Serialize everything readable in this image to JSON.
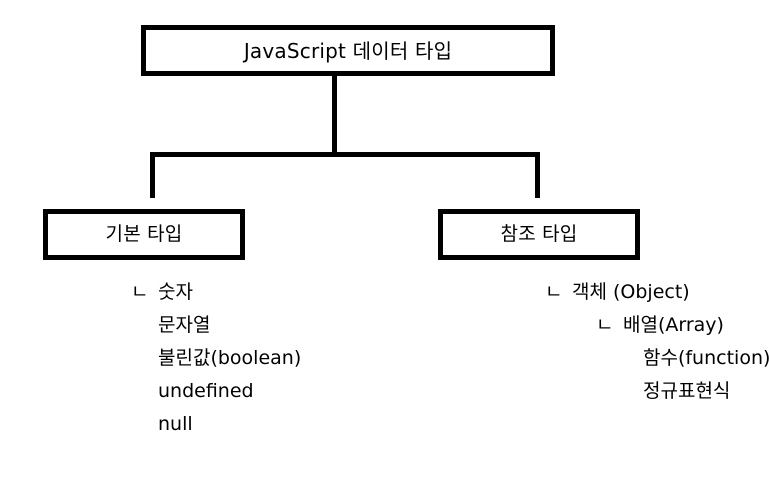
{
  "diagram": {
    "title": "JavaScript 데이터 타입",
    "type": "tree",
    "background_color": "#ffffff",
    "line_color": "#000000",
    "text_color": "#000000",
    "root": {
      "label": "JavaScript 데이터 타입"
    },
    "branches": [
      {
        "name": "primitive",
        "label": "기본 타입",
        "items": [
          {
            "marker": "ㄴ",
            "text": "숫자",
            "indent": 1
          },
          {
            "marker": "",
            "text": "문자열",
            "indent": 1
          },
          {
            "marker": "",
            "text": "불린값(boolean)",
            "indent": 1
          },
          {
            "marker": "",
            "text": "undefined",
            "indent": 1
          },
          {
            "marker": "",
            "text": "null",
            "indent": 1
          }
        ]
      },
      {
        "name": "reference",
        "label": "참조 타입",
        "items": [
          {
            "marker": "ㄴ",
            "text": "객체 (Object)",
            "indent": 1
          },
          {
            "marker": "ㄴ",
            "text": "배열(Array)",
            "indent": 2
          },
          {
            "marker": "",
            "text": "함수(function)",
            "indent": 3
          },
          {
            "marker": "",
            "text": "정규표현식",
            "indent": 3
          }
        ]
      }
    ]
  }
}
